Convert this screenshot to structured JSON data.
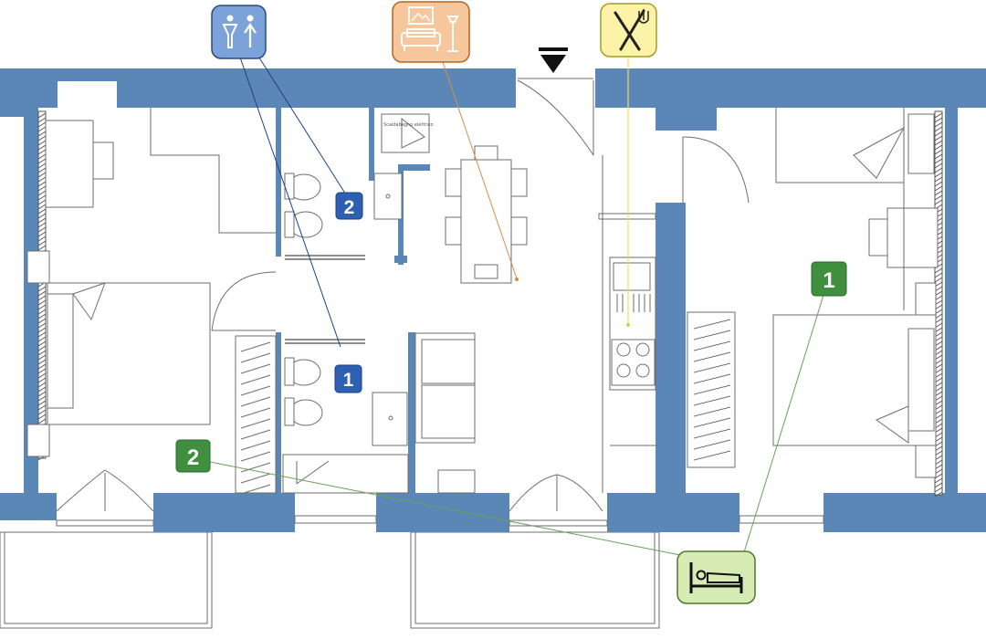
{
  "legend_icons": [
    {
      "name": "restroom",
      "color": "#7ba2d9",
      "border": "#2b4a7e",
      "line_color": "#1f3f8f"
    },
    {
      "name": "living-room",
      "color": "#f6c79c",
      "border": "#b5651d",
      "line_color": "#d98c4a"
    },
    {
      "name": "dining",
      "color": "#fdf3a8",
      "border": "#a89a2a",
      "line_color": "#e8e05a"
    },
    {
      "name": "bedroom",
      "color": "#d7ebb5",
      "border": "#4e7a2a",
      "line_color": "#6aa05a"
    }
  ],
  "markers": {
    "bath_1": "1",
    "bath_2": "2",
    "bed_1": "1",
    "bed_2": "2"
  },
  "labels": {
    "boiler": "Scaldabagno elettrico"
  },
  "colors": {
    "wall": "#5b87b6",
    "bath_marker": "#2d5fb3",
    "bed_marker": "#3f8f3f"
  }
}
